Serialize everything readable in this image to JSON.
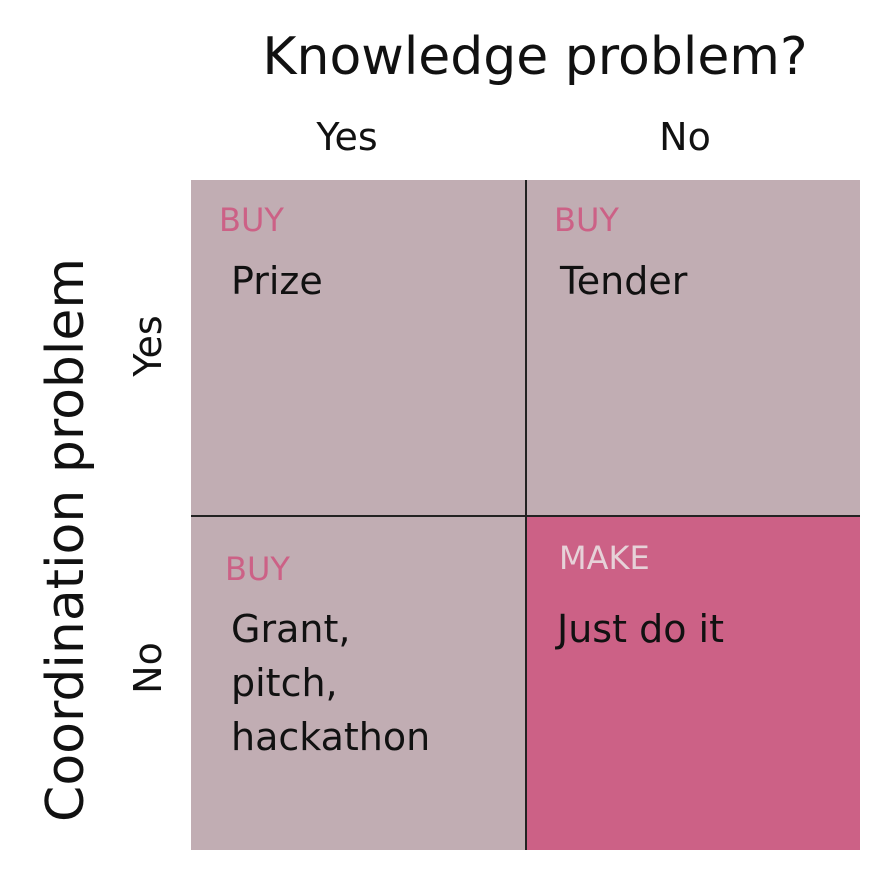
{
  "title": "Knowledge problem?",
  "row_axis_title": "Coordination problem",
  "columns": [
    "Yes",
    "No"
  ],
  "rows": [
    "Yes",
    "No"
  ],
  "colors": {
    "buy_cell": "#c1adb3",
    "make_cell": "#cc6186",
    "buy_tag": "#cc6186",
    "make_tag": "#e6d2d8"
  },
  "cells": {
    "yes_yes": {
      "tag": "BUY",
      "lines": [
        "Prize"
      ]
    },
    "yes_no": {
      "tag": "BUY",
      "lines": [
        "Tender"
      ]
    },
    "no_yes": {
      "tag": "BUY",
      "lines": [
        "Grant,",
        "pitch,",
        "hackathon"
      ]
    },
    "no_no": {
      "tag": "MAKE",
      "lines": [
        "Just do it"
      ]
    }
  }
}
